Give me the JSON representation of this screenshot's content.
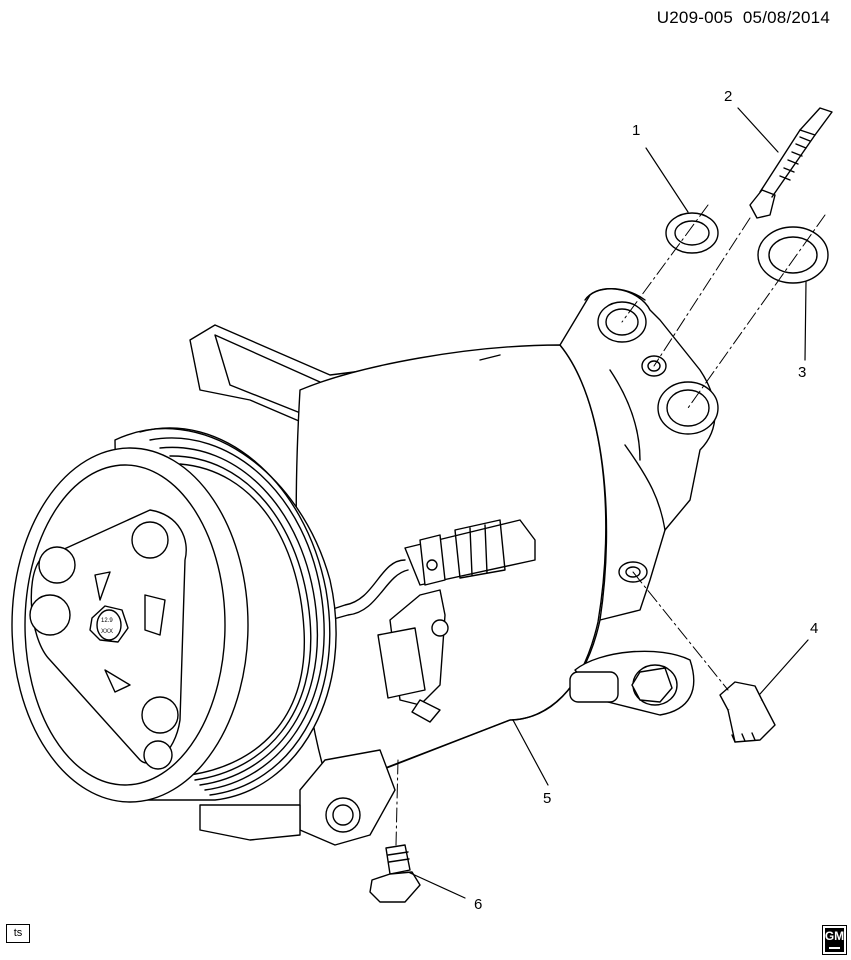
{
  "header": {
    "code": "U209-005",
    "date": "05/08/2014"
  },
  "callouts": [
    {
      "id": "1",
      "label": "1"
    },
    {
      "id": "2",
      "label": "2"
    },
    {
      "id": "3",
      "label": "3"
    },
    {
      "id": "4",
      "label": "4"
    },
    {
      "id": "5",
      "label": "5"
    },
    {
      "id": "6",
      "label": "6"
    }
  ],
  "footer": {
    "corner_label": "ts",
    "logo_text": "GM"
  },
  "part_marking": {
    "line1": "12.9",
    "line2": "XXX"
  }
}
